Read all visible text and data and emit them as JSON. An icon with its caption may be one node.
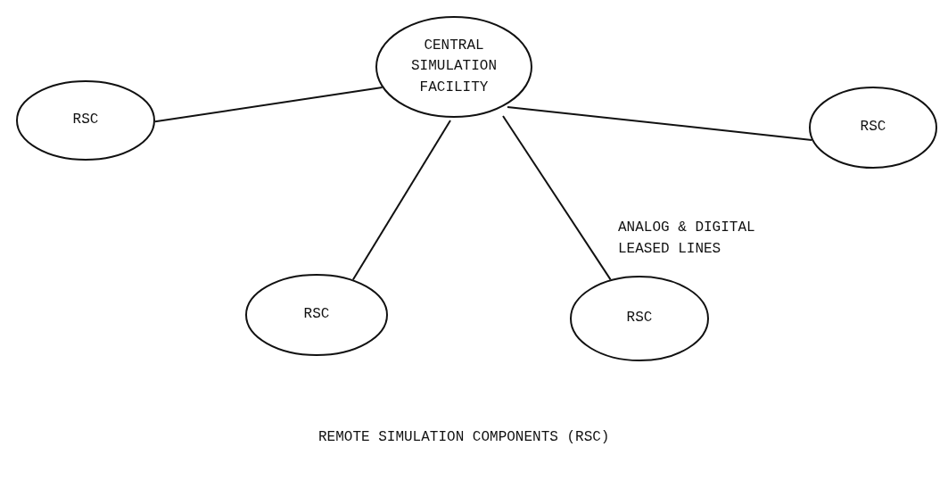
{
  "diagram": {
    "caption": "REMOTE SIMULATION COMPONENTS (RSC)",
    "nodes": [
      {
        "text": [
          "CENTRAL SIMULATION FACILITY"
        ]
      },
      {
        "text": [
          "RSC"
        ]
      },
      {
        "text": [
          "RSC"
        ]
      },
      {
        "text": [
          "RSC"
        ]
      },
      {
        "text": [
          "RSC"
        ]
      }
    ],
    "edges": [
      {
        "from": 0,
        "to": 1,
        "arrow": "none"
      },
      {
        "from": 0,
        "to": 2,
        "arrow": "none"
      },
      {
        "from": 0,
        "to": 3,
        "arrow": "none"
      },
      {
        "from": 0,
        "to": 4,
        "arrow": "none"
      }
    ],
    "labels": [
      "ANALOG & DIGITAL LEASED LINES"
    ]
  }
}
